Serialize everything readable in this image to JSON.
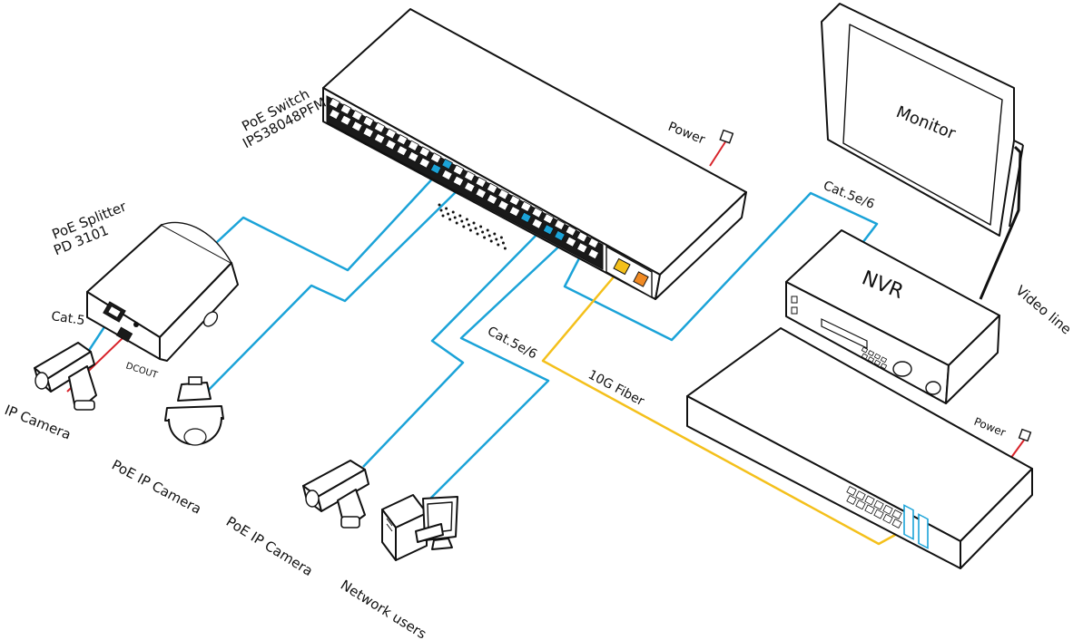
{
  "labels": {
    "poe_switch_line1": "PoE Switch",
    "poe_switch_line2": "IPS38048PFM",
    "power_top": "Power",
    "monitor": "Monitor",
    "nvr": "NVR",
    "cat5e6_nvr": "Cat.5e/6",
    "video_line": "Video line",
    "poe_splitter_line1": "PoE Splitter",
    "poe_splitter_line2": "PD 3101",
    "cat5": "Cat.5",
    "dcout": "DCOUT",
    "ip_camera": "IP Camera",
    "poe_ip_camera_1": "PoE IP Camera",
    "poe_ip_camera_2": "PoE IP Camera",
    "cat5e6_mid": "Cat.5e/6",
    "fiber": "10G Fiber",
    "network_users": "Network users",
    "power_bottom": "Power"
  },
  "colors": {
    "ethernet_cable": "#1ba3d8",
    "fiber_cable": "#f4c01b",
    "power_cable": "#d8232a",
    "video_cable": "#111111"
  }
}
